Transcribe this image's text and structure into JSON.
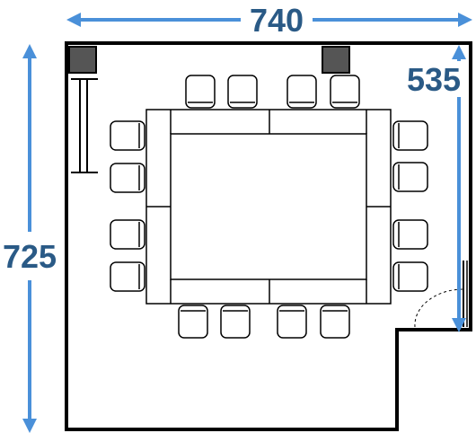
{
  "dimensions": {
    "width": "740",
    "depth": "725",
    "partial_depth": "535"
  },
  "colors": {
    "dimension_arrow": "#4a90d9",
    "dimension_text": "#2a5a86",
    "wall": "#000000",
    "pillar": "#555555"
  },
  "icons": {
    "chair": "chair-icon",
    "door": "door-swing-icon",
    "pillar": "pillar-icon",
    "whiteboard": "whiteboard-icon"
  }
}
